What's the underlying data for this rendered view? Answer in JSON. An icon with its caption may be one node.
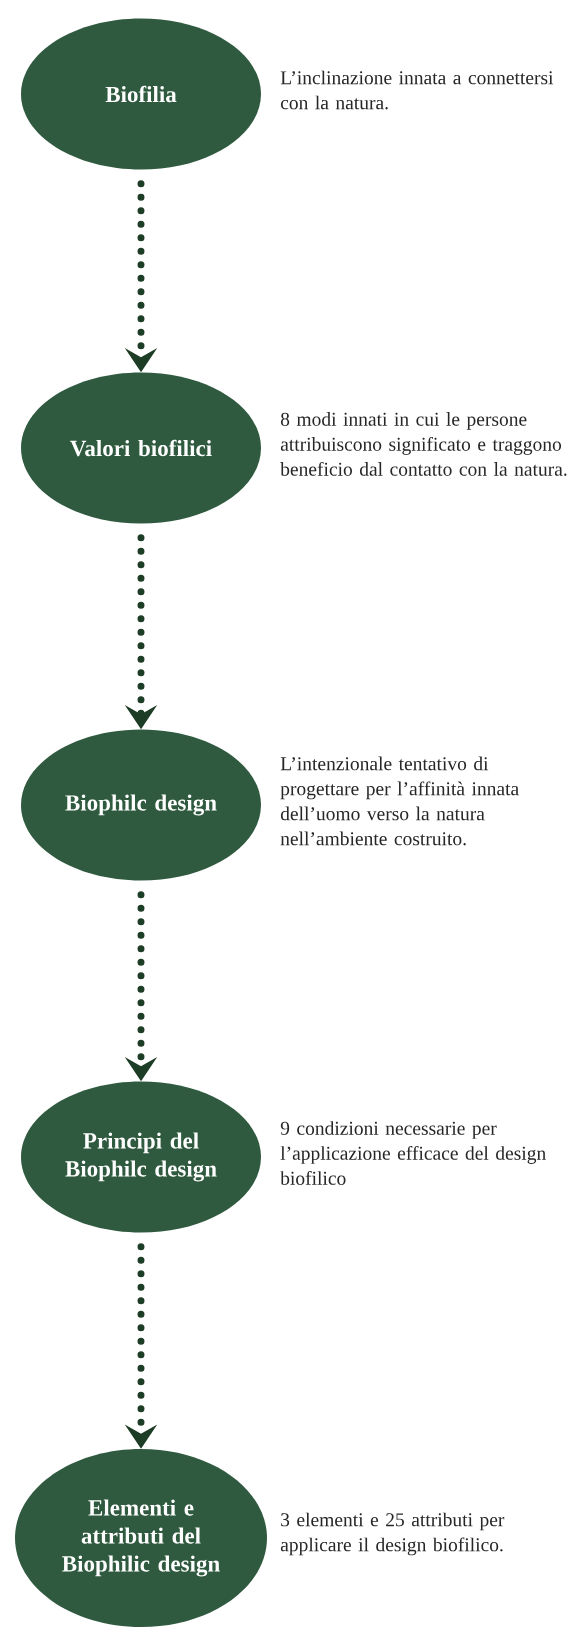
{
  "diagram": {
    "nodes": [
      {
        "text": [
          "Biofilia"
        ],
        "beside": [
          "L’inclinazione innata a connettersi con la natura."
        ]
      },
      {
        "text": [
          "Valori biofilici"
        ],
        "beside": [
          "8 modi innati in cui le persone attribuiscono significato e traggono beneficio dal contatto con la natura."
        ]
      },
      {
        "text": [
          "Biophilc design"
        ],
        "beside": [
          "L’intenzionale tentativo di progettare per l’affinità innata dell’uomo verso la natura nell’ambiente costruito."
        ]
      },
      {
        "text": [
          "Principi del Biophilc design"
        ],
        "beside": [
          "9 condizioni necessarie per l’applicazione efficace del design biofilico"
        ]
      },
      {
        "text": [
          "Elementi e attributi del Biophilic design"
        ],
        "beside": [
          "3 elementi e 25 attributi per applicare il design biofilico."
        ]
      }
    ],
    "edges": [
      {
        "from": 0,
        "to": 1,
        "arrow": "to"
      },
      {
        "from": 1,
        "to": 2,
        "arrow": "to"
      },
      {
        "from": 2,
        "to": 3,
        "arrow": "to"
      },
      {
        "from": 3,
        "to": 4,
        "arrow": "to"
      }
    ]
  }
}
